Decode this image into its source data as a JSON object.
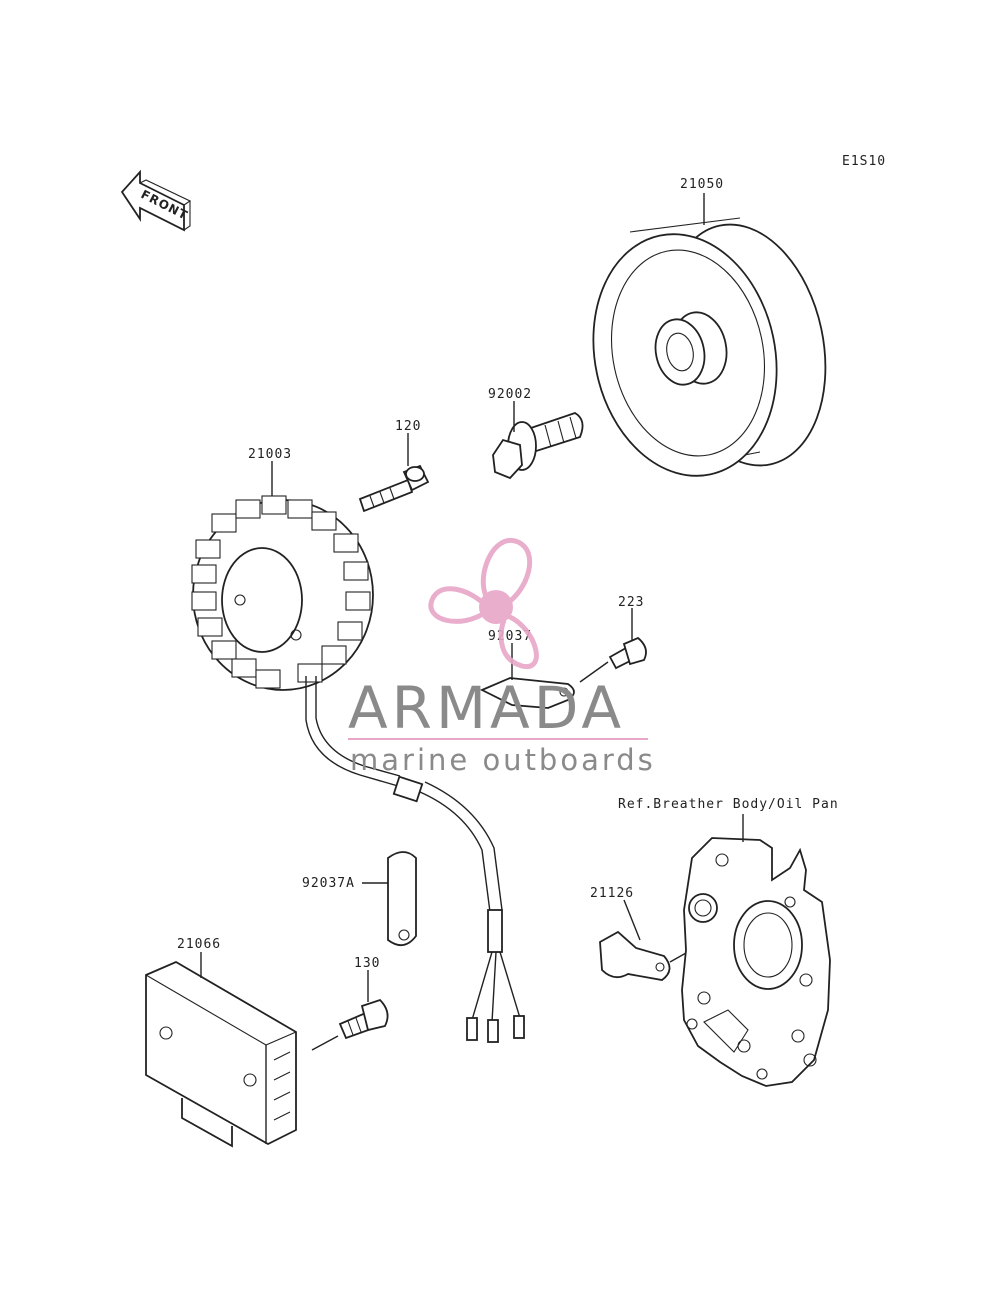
{
  "diagram": {
    "code": "E1S10",
    "front_label": "FRONT",
    "parts": [
      {
        "id": "21050",
        "label": "21050"
      },
      {
        "id": "92002",
        "label": "92002"
      },
      {
        "id": "120",
        "label": "120"
      },
      {
        "id": "21003",
        "label": "21003"
      },
      {
        "id": "223",
        "label": "223"
      },
      {
        "id": "92037",
        "label": "92037"
      },
      {
        "id": "92037A",
        "label": "92037A"
      },
      {
        "id": "21066",
        "label": "21066"
      },
      {
        "id": "130",
        "label": "130"
      },
      {
        "id": "21126",
        "label": "21126"
      }
    ],
    "reference_note": "Ref.Breather Body/Oil Pan"
  },
  "watermark": {
    "brand": "ARMADA",
    "tagline": "marine outboards",
    "color_primary": "#e8a6c8",
    "color_text": "#8a8a8a"
  }
}
